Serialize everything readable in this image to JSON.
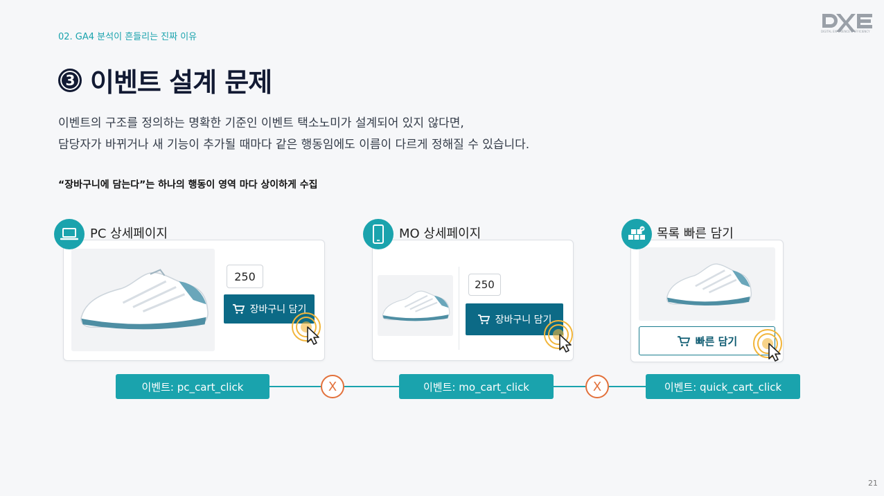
{
  "header": {
    "section": "02. GA4 분석이 흔들리는 진짜 이유",
    "title_number": "3",
    "title": "이벤트 설계 문제",
    "logo_text": "DXE",
    "logo_sub": "DIGITAL EXPERIENCE & EFFICIENCY"
  },
  "description": {
    "line1": "이벤트의 구조를 정의하는 명확한 기준인 이벤트 택소노미가 설계되어 있지 않다면,",
    "line2": "담당자가 바뀌거나 새 기능이 추가될 때마다 같은 행동임에도 이름이 다르게 정해질 수 있습니다."
  },
  "subheading": "“장바구니에 담는다”는 하나의 행동이 영역 마다 상이하게 수집",
  "channels": [
    {
      "label": "PC 상세페이지",
      "icon": "laptop-icon",
      "qty": "250",
      "button": "장바구니 담기",
      "event": "이벤트: pc_cart_click"
    },
    {
      "label": "MO 상세페이지",
      "icon": "mobile-icon",
      "qty": "250",
      "button": "장바구니 담기",
      "event": "이벤트: mo_cart_click"
    },
    {
      "label": "목록 빠른 담기",
      "icon": "boxes-icon",
      "button": "빠른 담기",
      "event": "이벤트: quick_cart_click"
    }
  ],
  "mismatch_mark": "X",
  "page_number": "21",
  "colors": {
    "accent": "#1aa3ad",
    "button": "#0c6a86",
    "mismatch": "#e2703a",
    "title": "#121a33"
  }
}
